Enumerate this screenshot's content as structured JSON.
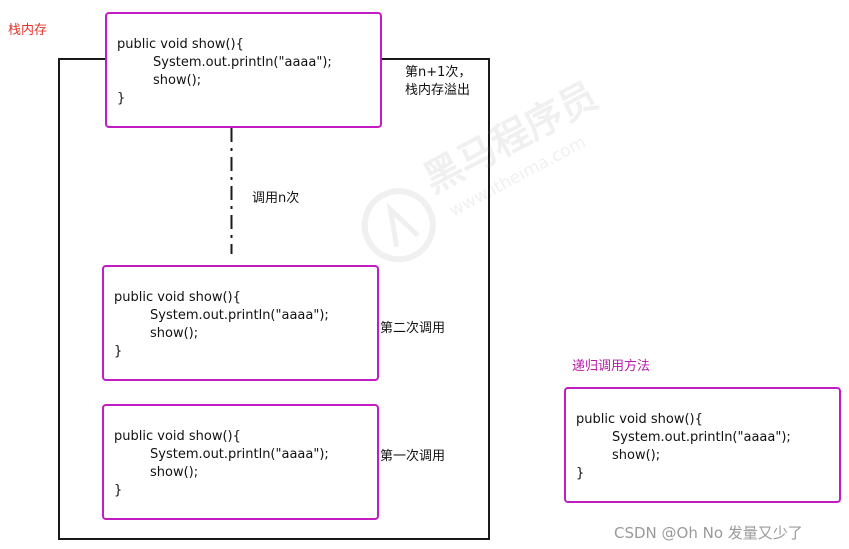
{
  "stack_label": "栈内存",
  "code": {
    "line1": "public void show(){",
    "line2": "System.out.println(\"aaaa\");",
    "line3": "show();",
    "line4": "}"
  },
  "labels": {
    "overflow_line1": "第n+1次，",
    "overflow_line2": "栈内存溢出",
    "call_n": "调用n次",
    "second_call": "第二次调用",
    "first_call": "第一次调用",
    "recursion_title": "递归调用方法"
  },
  "watermark": {
    "brand": "黑马程序员",
    "domain": "www.itheima.com"
  },
  "credit": "CSDN @Oh No 发量又少了",
  "colors": {
    "stack_label": "#e0342b",
    "box_border": "#c21cc5",
    "recursion_title": "#b51aa8",
    "frame": "#1a1a1a",
    "credit": "#9a9a9a"
  }
}
